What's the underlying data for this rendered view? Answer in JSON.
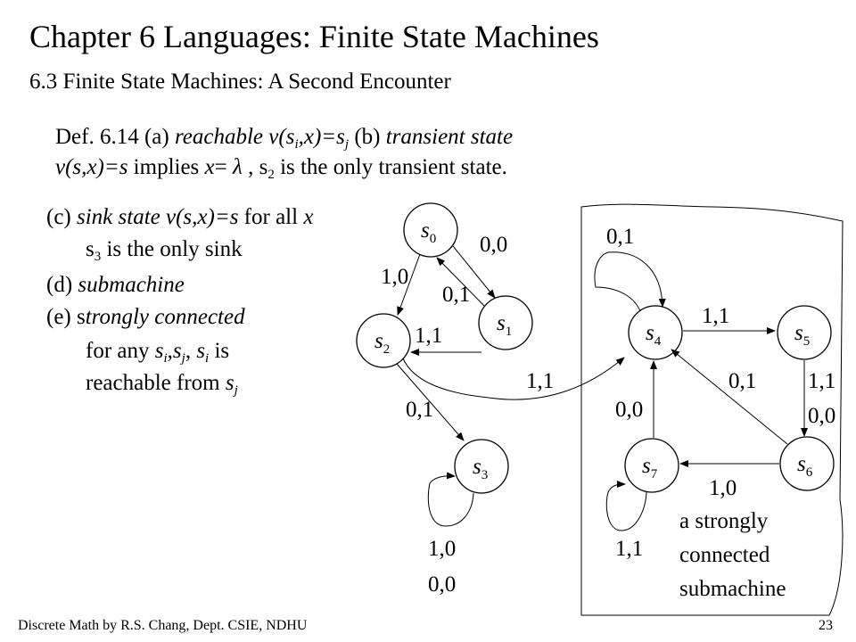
{
  "title": "Chapter 6 Languages: Finite State Machines",
  "subtitle": "6.3 Finite State Machines: A Second Encounter",
  "definition": {
    "line1": {
      "prefix": "Def. 6.14 (a) ",
      "reachable": "reachable ",
      "v": "v(s",
      "i": "i",
      "mid": ",x)=s",
      "j": "j",
      "b": " (b) ",
      "transient": "transient state"
    },
    "line2": {
      "vs": "v(s,x)=s",
      "implies": " implies ",
      "x": "x",
      "eq": "= ",
      "lambda": "λ",
      "comma": " , s",
      "two": "2",
      "rest": " is the only transient state."
    },
    "c": {
      "prefix": "(c) ",
      "sink": "sink",
      "state": " state ",
      "v": "v(s,x)=s",
      "for": " for all ",
      "x": "x"
    },
    "c2": {
      "s": "s",
      "three": "3",
      "rest": " is the only sink"
    },
    "d": {
      "prefix": "(d) ",
      "submachine": "submachine"
    },
    "e": {
      "prefix": "(e) s",
      "strongly": "trongly connected"
    },
    "e2": {
      "text1": "for any ",
      "s1": "s",
      "i1": "i",
      "c1": ",",
      "s2": "s",
      "j1": "j",
      "c2": ", ",
      "s3": "s",
      "i2": "i",
      "is": " is"
    },
    "e3": {
      "text": "reachable from ",
      "s": "s",
      "j": "j"
    }
  },
  "states": [
    {
      "id": "s0",
      "base": "s",
      "sub": "0"
    },
    {
      "id": "s1",
      "base": "s",
      "sub": "1"
    },
    {
      "id": "s2",
      "base": "s",
      "sub": "2"
    },
    {
      "id": "s3",
      "base": "s",
      "sub": "3"
    },
    {
      "id": "s4",
      "base": "s",
      "sub": "4"
    },
    {
      "id": "s5",
      "base": "s",
      "sub": "5"
    },
    {
      "id": "s6",
      "base": "s",
      "sub": "6"
    },
    {
      "id": "s7",
      "base": "s",
      "sub": "7"
    }
  ],
  "edge_labels": {
    "s0_s1": "0,0",
    "s1_s0": "0,1",
    "s0_s2": "1,0",
    "s1_s2": "1,1",
    "s2_s3": "0,1",
    "s2_s4": "1,1",
    "s4_loop": "0,1",
    "s4_s5": "1,1",
    "s5_s6_a": "1,1",
    "s5_s6_b": "0,0",
    "s6_s4": "0,1",
    "s7_s4": "0,0",
    "s6_s7": "1,0",
    "s3_loop_a": "1,0",
    "s3_loop_b": "0,0",
    "s7_loop": "1,1"
  },
  "annotation": [
    "a strongly",
    "connected",
    "submachine"
  ],
  "footer": {
    "left": "Discrete Math by R.S. Chang, Dept. CSIE, NDHU",
    "right": "23"
  }
}
